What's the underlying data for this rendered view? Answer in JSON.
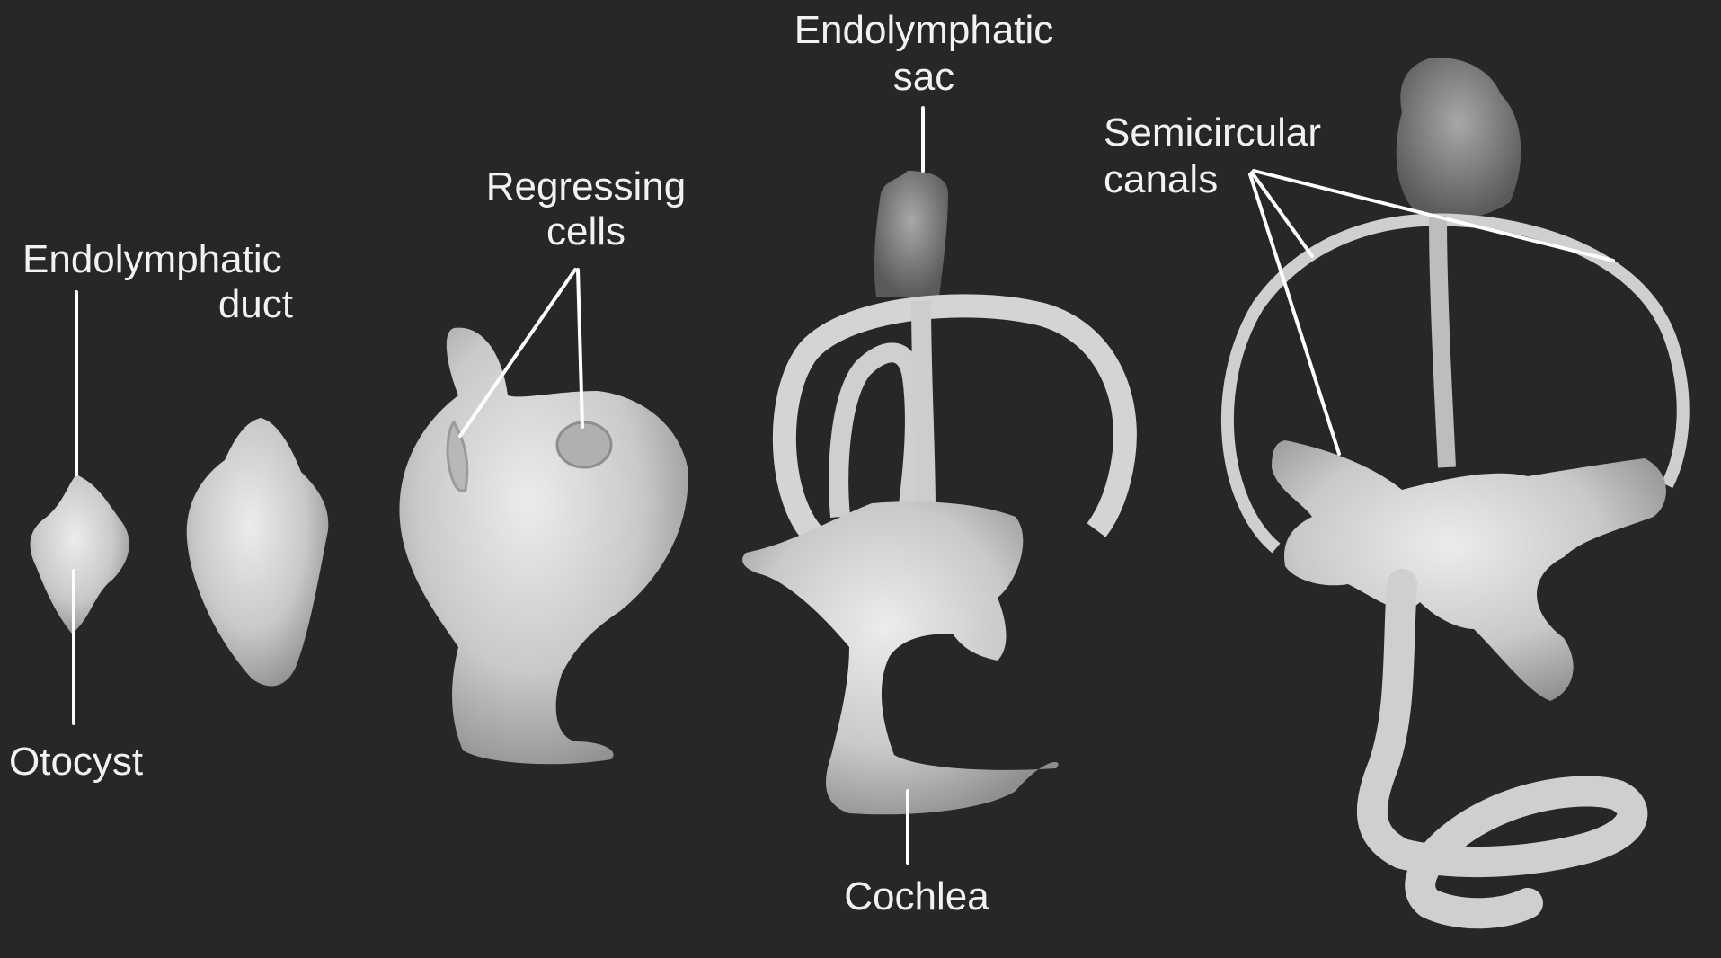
{
  "labels": {
    "endolymphatic_duct_line1": "Endolymphatic",
    "endolymphatic_duct_line2": "duct",
    "otocyst": "Otocyst",
    "regressing_cells_line1": "Regressing",
    "regressing_cells_line2": "cells",
    "endolymphatic_sac_line1": "Endolymphatic",
    "endolymphatic_sac_line2": "sac",
    "cochlea": "Cochlea",
    "semicircular_canals_line1": "Semicircular",
    "semicircular_canals_line2": "canals"
  },
  "colors": {
    "background": "#272727",
    "tissue": "#d2d2d2",
    "label_text": "#f2f2f2"
  }
}
